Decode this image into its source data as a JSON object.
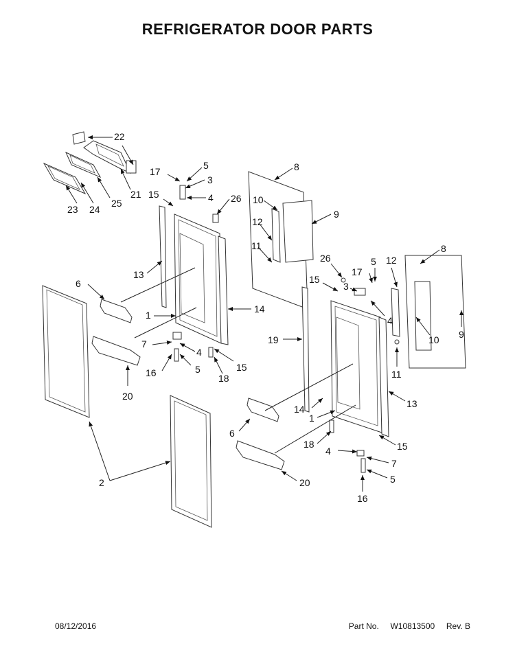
{
  "title": "REFRIGERATOR DOOR PARTS",
  "footer": {
    "date": "08/12/2016",
    "part_label": "Part No.",
    "part_no": "W10813500",
    "rev": "Rev. B"
  },
  "callouts": [
    {
      "id": "c22",
      "label": "22"
    },
    {
      "id": "c17a",
      "label": "17"
    },
    {
      "id": "c5a",
      "label": "5"
    },
    {
      "id": "c3a",
      "label": "3"
    },
    {
      "id": "c4a",
      "label": "4"
    },
    {
      "id": "c15a",
      "label": "15"
    },
    {
      "id": "c26a",
      "label": "26"
    },
    {
      "id": "c23",
      "label": "23"
    },
    {
      "id": "c24",
      "label": "24"
    },
    {
      "id": "c25",
      "label": "25"
    },
    {
      "id": "c21",
      "label": "21"
    },
    {
      "id": "c8a",
      "label": "8"
    },
    {
      "id": "c10a",
      "label": "10"
    },
    {
      "id": "c9a",
      "label": "9"
    },
    {
      "id": "c12a",
      "label": "12"
    },
    {
      "id": "c11a",
      "label": "11"
    },
    {
      "id": "c13a",
      "label": "13"
    },
    {
      "id": "c6a",
      "label": "6"
    },
    {
      "id": "c1a",
      "label": "1"
    },
    {
      "id": "c14a",
      "label": "14"
    },
    {
      "id": "c7a",
      "label": "7"
    },
    {
      "id": "c4b",
      "label": "4"
    },
    {
      "id": "c15b",
      "label": "15"
    },
    {
      "id": "c16a",
      "label": "16"
    },
    {
      "id": "c5b",
      "label": "5"
    },
    {
      "id": "c18a",
      "label": "18"
    },
    {
      "id": "c20a",
      "label": "20"
    },
    {
      "id": "c2",
      "label": "2"
    },
    {
      "id": "c26b",
      "label": "26"
    },
    {
      "id": "c15c",
      "label": "15"
    },
    {
      "id": "c3b",
      "label": "3"
    },
    {
      "id": "c17b",
      "label": "17"
    },
    {
      "id": "c5c",
      "label": "5"
    },
    {
      "id": "c12b",
      "label": "12"
    },
    {
      "id": "c8b",
      "label": "8"
    },
    {
      "id": "c4c",
      "label": "4"
    },
    {
      "id": "c9b",
      "label": "9"
    },
    {
      "id": "c19",
      "label": "19"
    },
    {
      "id": "c10b",
      "label": "10"
    },
    {
      "id": "c11b",
      "label": "11"
    },
    {
      "id": "c13b",
      "label": "13"
    },
    {
      "id": "c14b",
      "label": "14"
    },
    {
      "id": "c1b",
      "label": "1"
    },
    {
      "id": "c6b",
      "label": "6"
    },
    {
      "id": "c18b",
      "label": "18"
    },
    {
      "id": "c15d",
      "label": "15"
    },
    {
      "id": "c4d",
      "label": "4"
    },
    {
      "id": "c7b",
      "label": "7"
    },
    {
      "id": "c5d",
      "label": "5"
    },
    {
      "id": "c20b",
      "label": "20"
    },
    {
      "id": "c16b",
      "label": "16"
    }
  ]
}
